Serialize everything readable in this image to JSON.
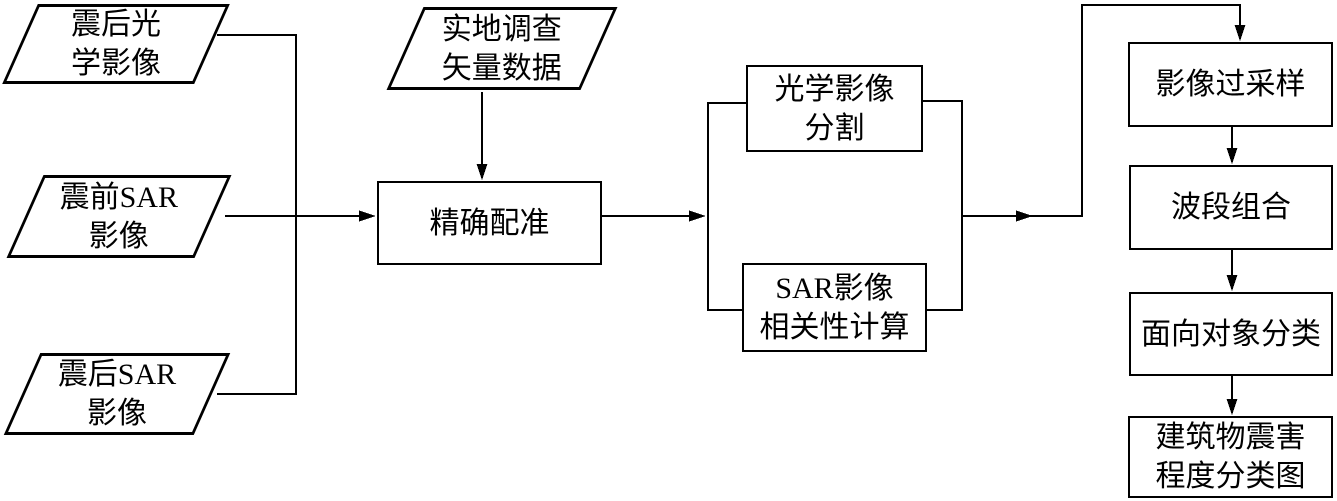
{
  "diagram_type": "flowchart",
  "colors": {
    "line": "#000000",
    "background": "#ffffff",
    "node_fill": "#ffffff",
    "text": "#000000"
  },
  "nodes": {
    "post_optical": {
      "label": "震后光\n学影像",
      "shape": "parallelogram"
    },
    "pre_sar": {
      "label": "震前SAR\n影像",
      "shape": "parallelogram"
    },
    "post_sar": {
      "label": "震后SAR\n影像",
      "shape": "parallelogram"
    },
    "field_survey": {
      "label": "实地调查\n矢量数据",
      "shape": "parallelogram"
    },
    "registration": {
      "label": "精确配准",
      "shape": "rectangle"
    },
    "optical_seg": {
      "label": "光学影像\n分割",
      "shape": "rectangle"
    },
    "sar_corr": {
      "label": "SAR影像\n相关性计算",
      "shape": "rectangle"
    },
    "oversample": {
      "label": "影像过采样",
      "shape": "rectangle"
    },
    "band_combo": {
      "label": "波段组合",
      "shape": "rectangle"
    },
    "obj_class": {
      "label": "面向对象分类",
      "shape": "rectangle"
    },
    "damage_map": {
      "label": "建筑物震害\n程度分类图",
      "shape": "rectangle"
    }
  },
  "edges": [
    {
      "from": "post_optical",
      "to": "registration"
    },
    {
      "from": "pre_sar",
      "to": "registration"
    },
    {
      "from": "post_sar",
      "to": "registration"
    },
    {
      "from": "field_survey",
      "to": "registration"
    },
    {
      "from": "registration",
      "to": "optical_seg"
    },
    {
      "from": "registration",
      "to": "sar_corr"
    },
    {
      "from": "optical_seg",
      "to": "oversample"
    },
    {
      "from": "sar_corr",
      "to": "oversample"
    },
    {
      "from": "oversample",
      "to": "band_combo"
    },
    {
      "from": "band_combo",
      "to": "obj_class"
    },
    {
      "from": "obj_class",
      "to": "damage_map"
    }
  ]
}
